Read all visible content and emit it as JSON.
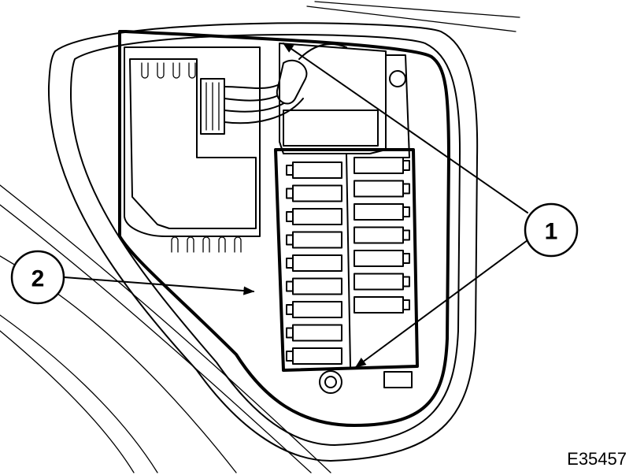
{
  "callouts": [
    {
      "label": "1"
    },
    {
      "label": "2"
    }
  ],
  "figure_reference": "E35457"
}
